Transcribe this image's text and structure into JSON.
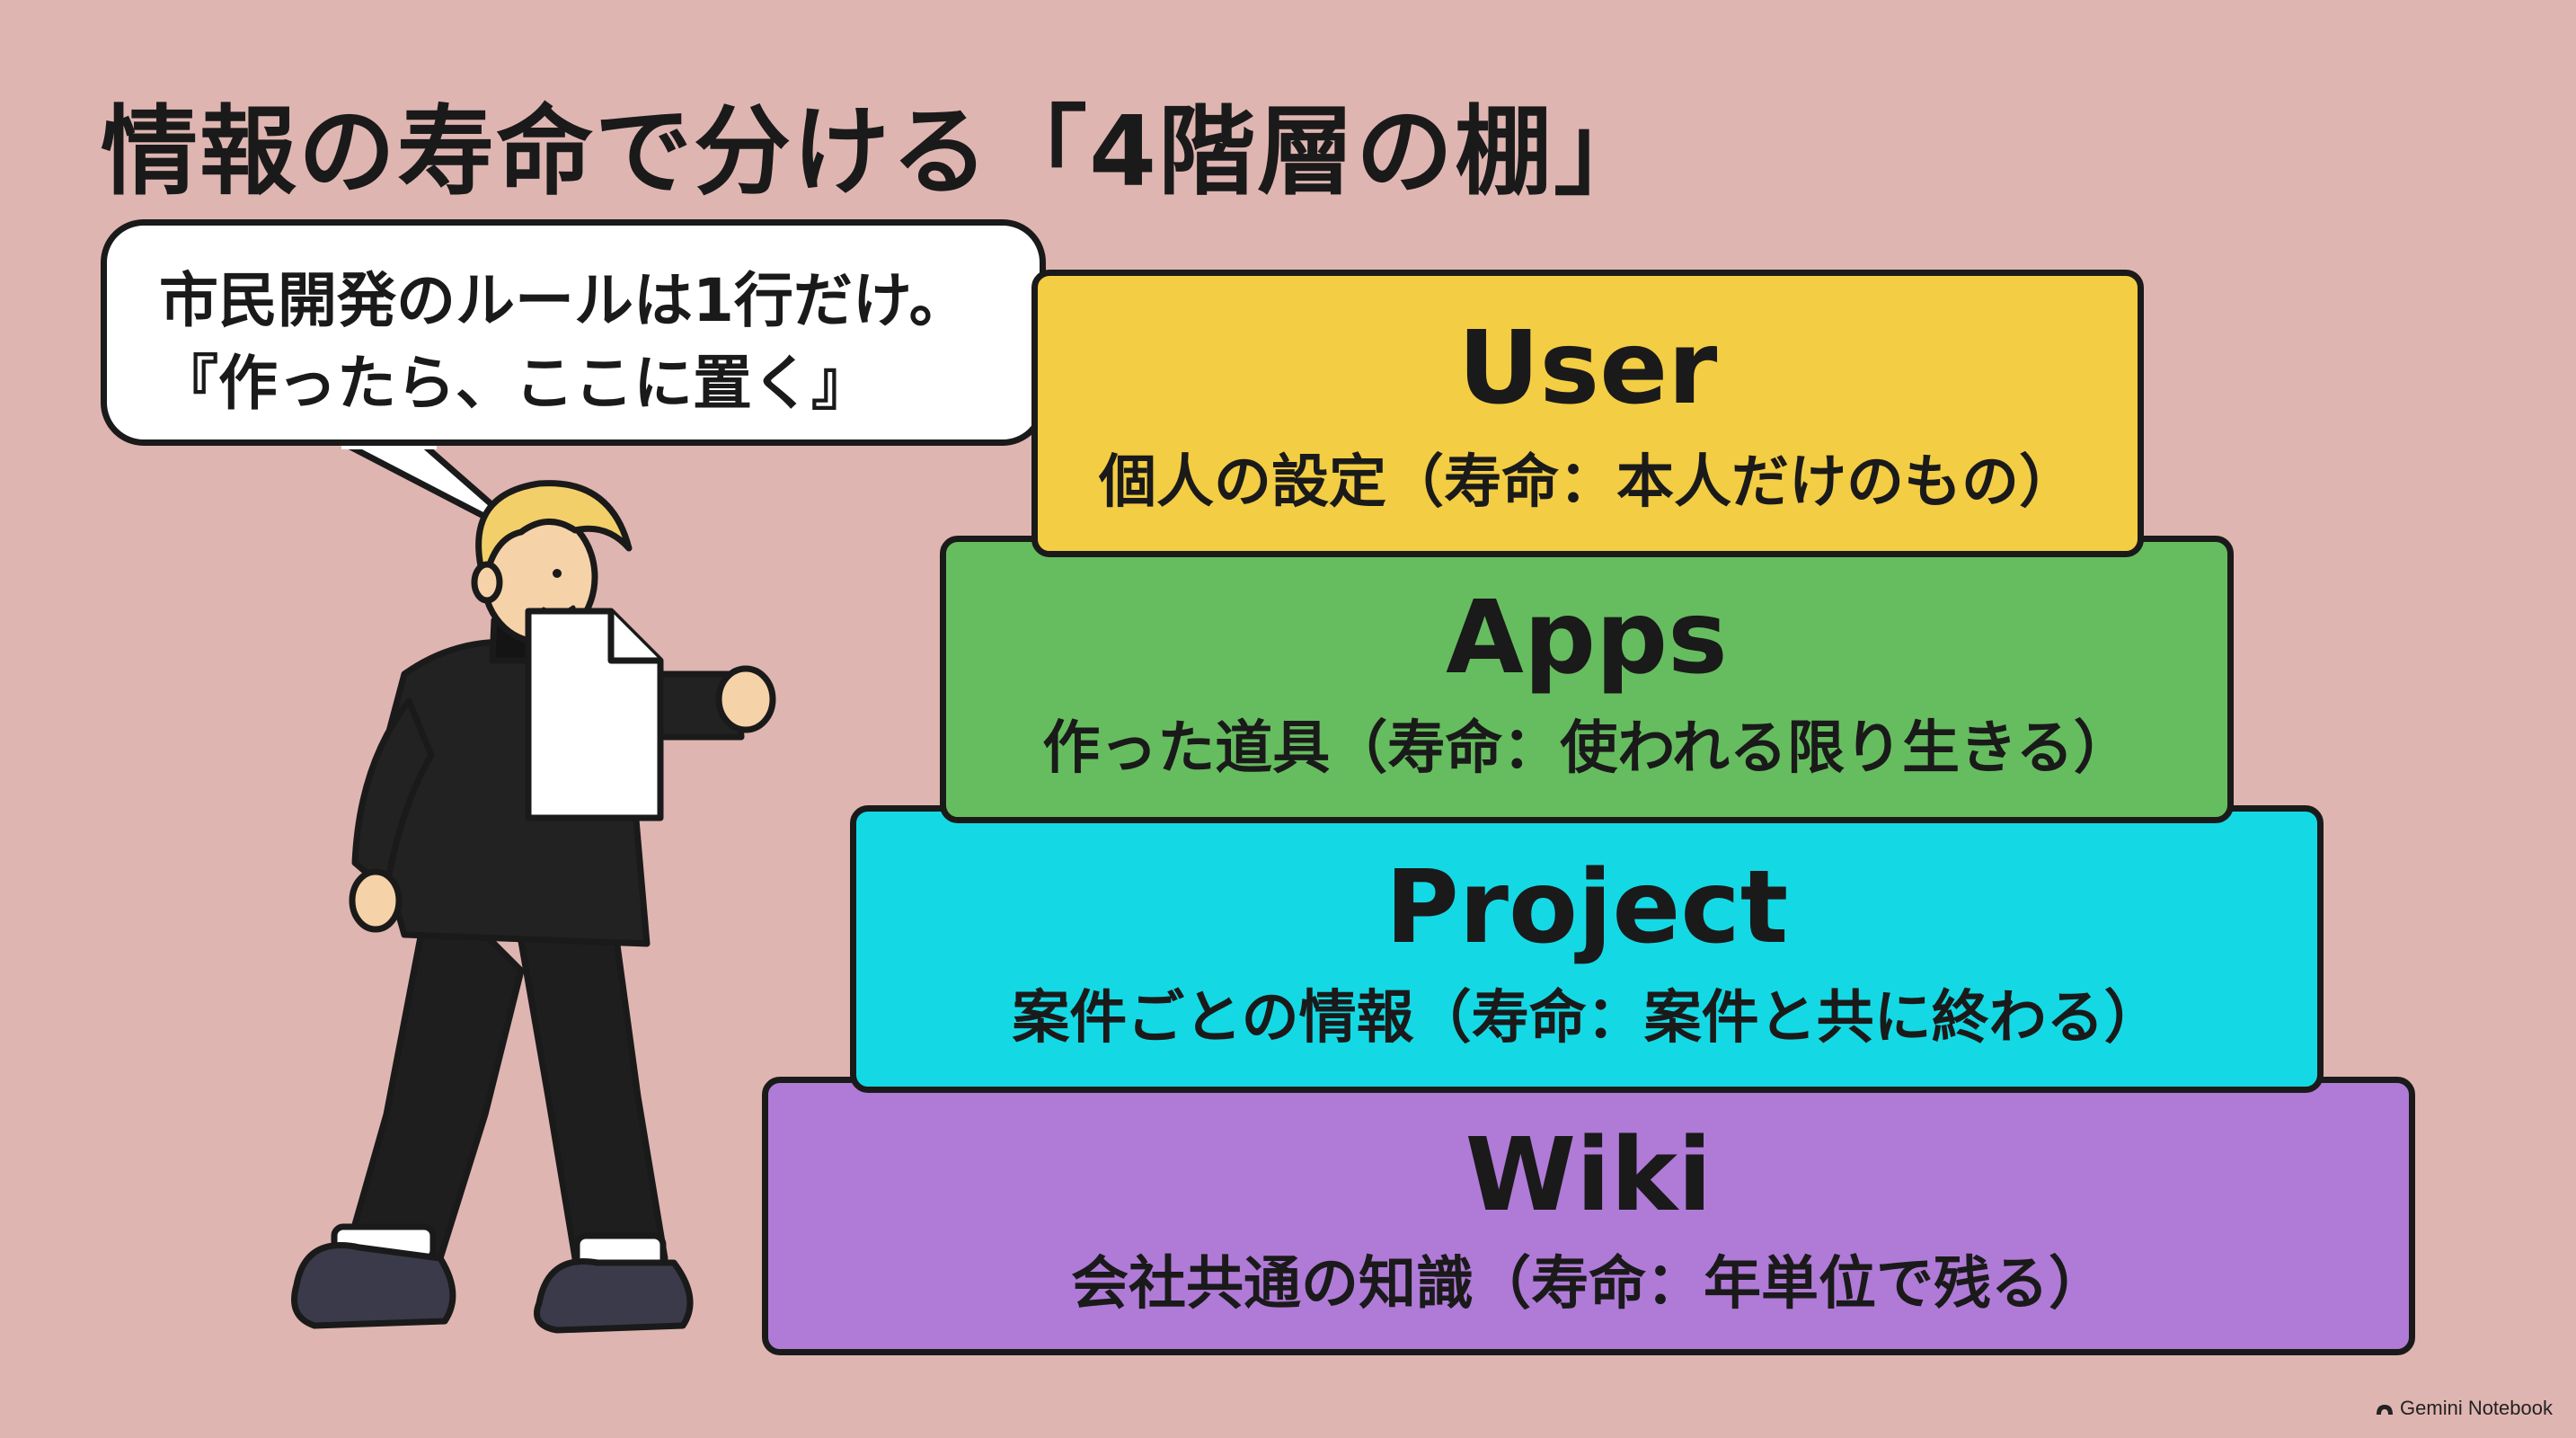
{
  "title": "情報の寿命で分ける「4階層の棚」",
  "speech_bubble": {
    "line1": "市民開発のルールは1行だけ。",
    "line2": "『作ったら、ここに置く』"
  },
  "tiers": [
    {
      "name": "User",
      "description": "個人の設定（寿命：本人だけのもの）",
      "color": "#f3cd43"
    },
    {
      "name": "Apps",
      "description": "作った道具（寿命：使われる限り生きる）",
      "color": "#66bd5f"
    },
    {
      "name": "Project",
      "description": "案件ごとの情報（寿命：案件と共に終わる）",
      "color": "#14d9e4"
    },
    {
      "name": "Wiki",
      "description": "会社共通の知識（寿命：年単位で残る）",
      "color": "#b07ad7"
    }
  ],
  "watermark": "Gemini Notebook",
  "colors": {
    "background": "#dfb5b1",
    "outline": "#1a1a1a"
  },
  "icons": [
    "document-icon",
    "gemini-logo-icon"
  ]
}
